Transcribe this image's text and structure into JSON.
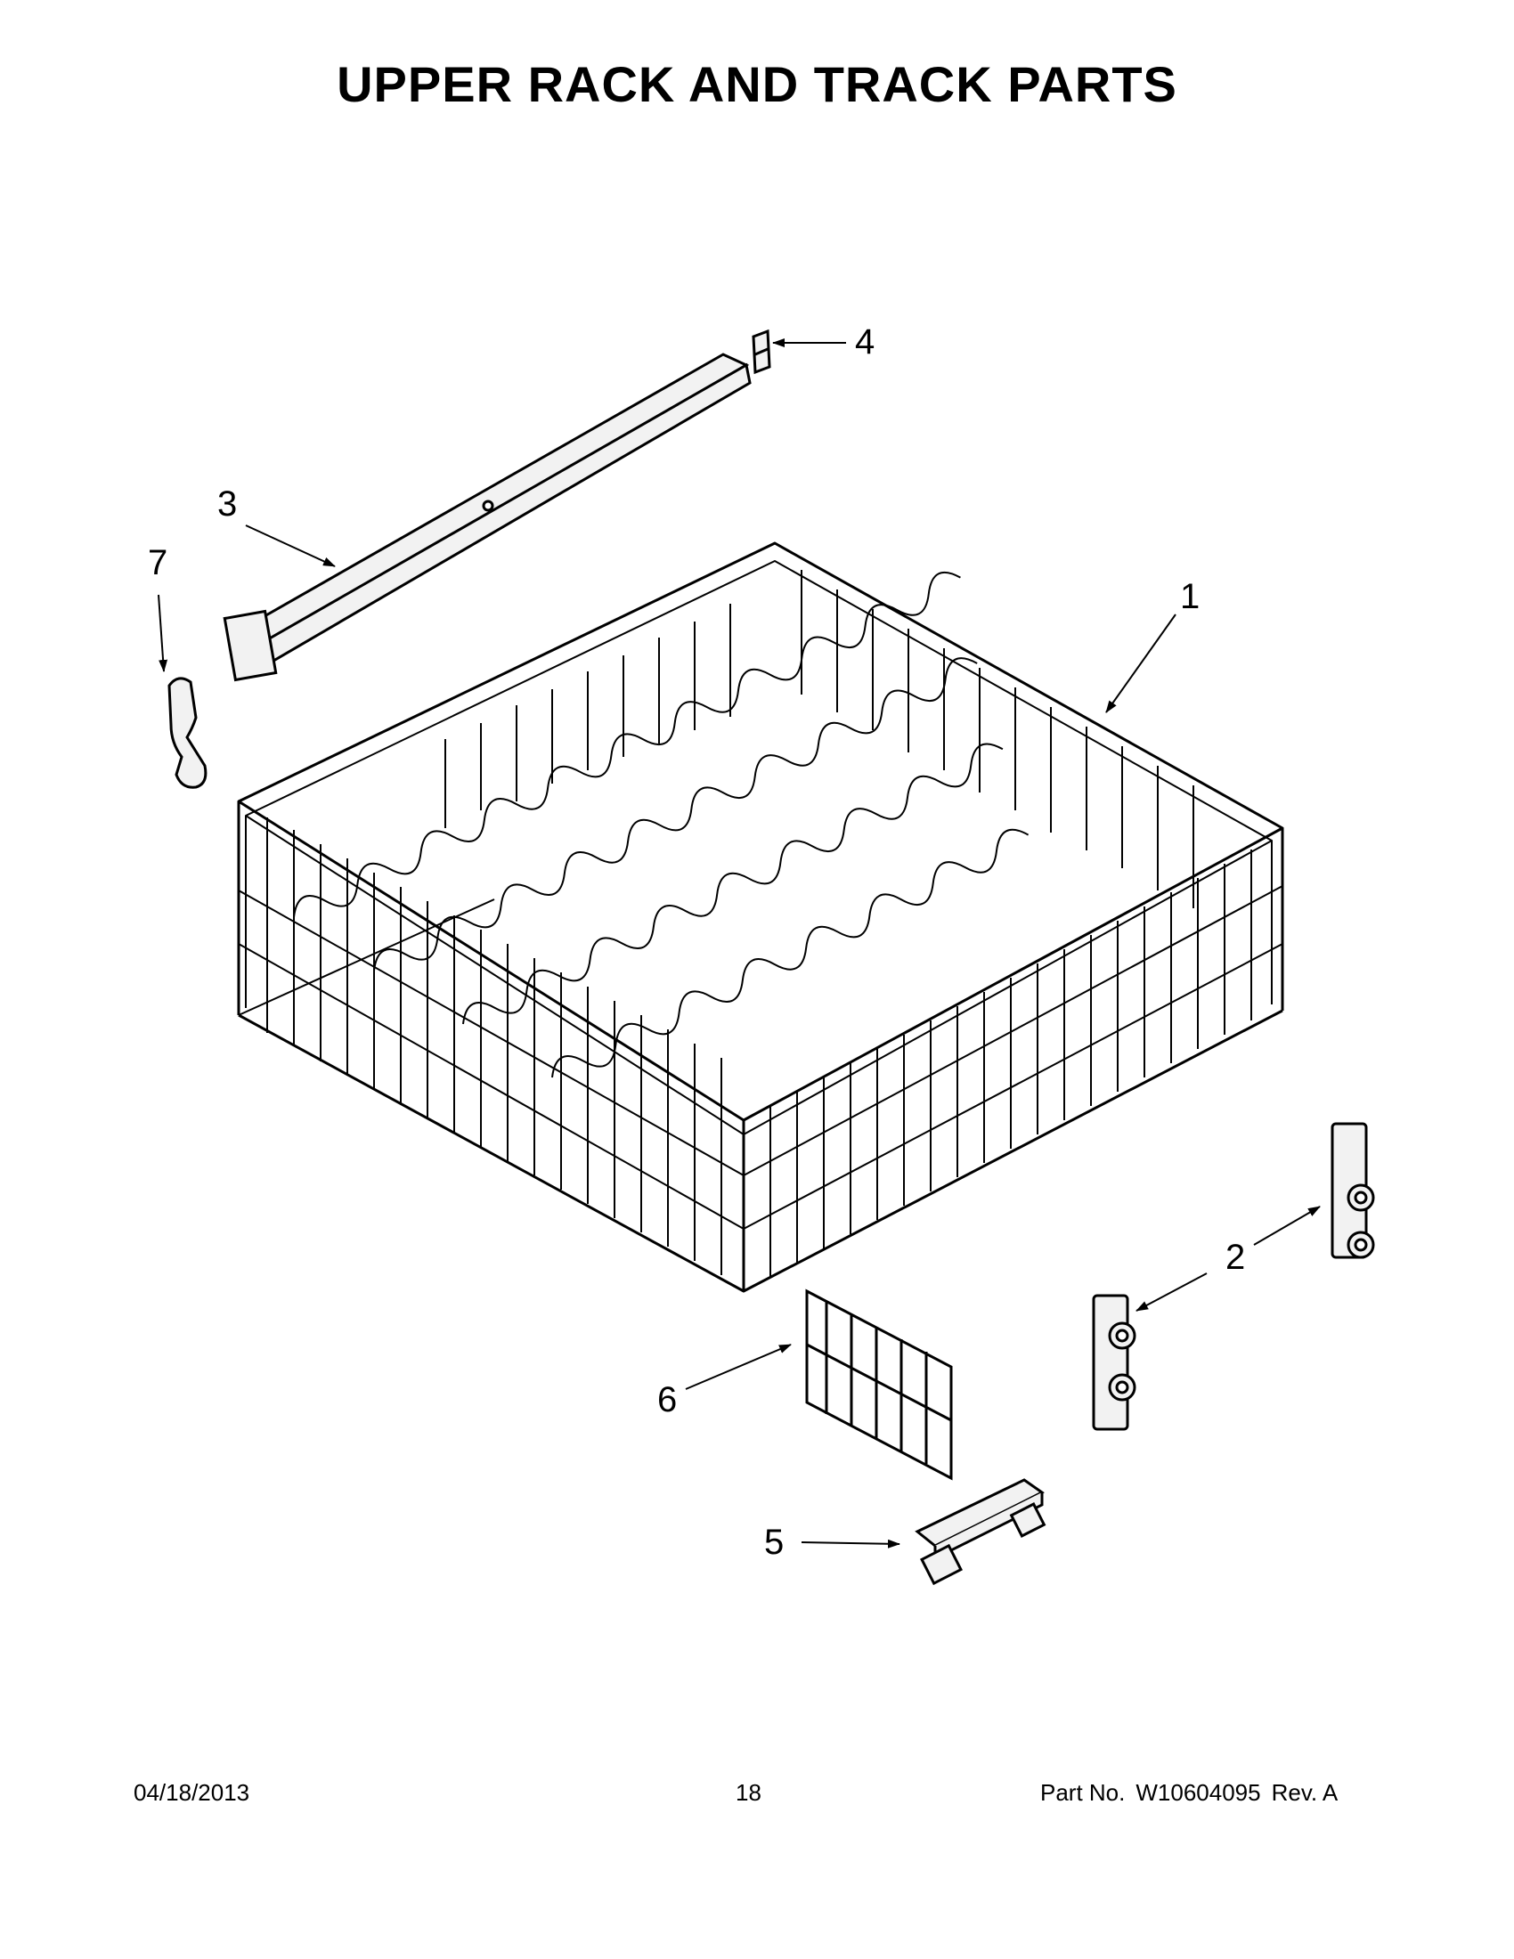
{
  "page": {
    "title": "UPPER RACK AND TRACK PARTS"
  },
  "callouts": {
    "c1": "1",
    "c2": "2",
    "c3": "3",
    "c4": "4",
    "c5": "5",
    "c6": "6",
    "c7": "7"
  },
  "footer": {
    "date": "04/18/2013",
    "page_number": "18",
    "part_label": "Part No.",
    "part_number": "W10604095",
    "rev": "Rev.  A"
  },
  "colors": {
    "line": "#000000",
    "fill_part": "#f2f2f2",
    "background": "#ffffff"
  }
}
